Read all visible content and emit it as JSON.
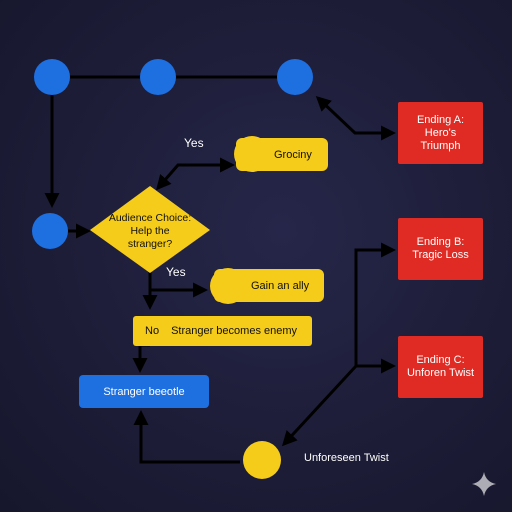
{
  "diagram": {
    "colors": {
      "background": "#1d1d38",
      "blue": "#1e6fe0",
      "yellow": "#f6cc1a",
      "red": "#e02b24",
      "edge": "#000000"
    },
    "decision": {
      "label": "Audience Choice:\nHelp the\nstranger?"
    },
    "edge_labels": {
      "yes_top": "Yes",
      "yes_bottom": "Yes"
    },
    "nodes": {
      "grociny": "Grociny",
      "gain_ally": "Gain an ally",
      "stranger_enemy_prefix": "No",
      "stranger_enemy": "Stranger becomes enemy",
      "stranger_beeotle": "Stranger beeotle",
      "unforeseen_twist": "Unforeseen Twist"
    },
    "endings": {
      "a": "Ending A:\nHero's\nTriumph",
      "b": "Ending B:\nTragic Loss",
      "c": "Ending C:\nUnforen Twist"
    },
    "watermark_icon": "sparkle-icon"
  }
}
